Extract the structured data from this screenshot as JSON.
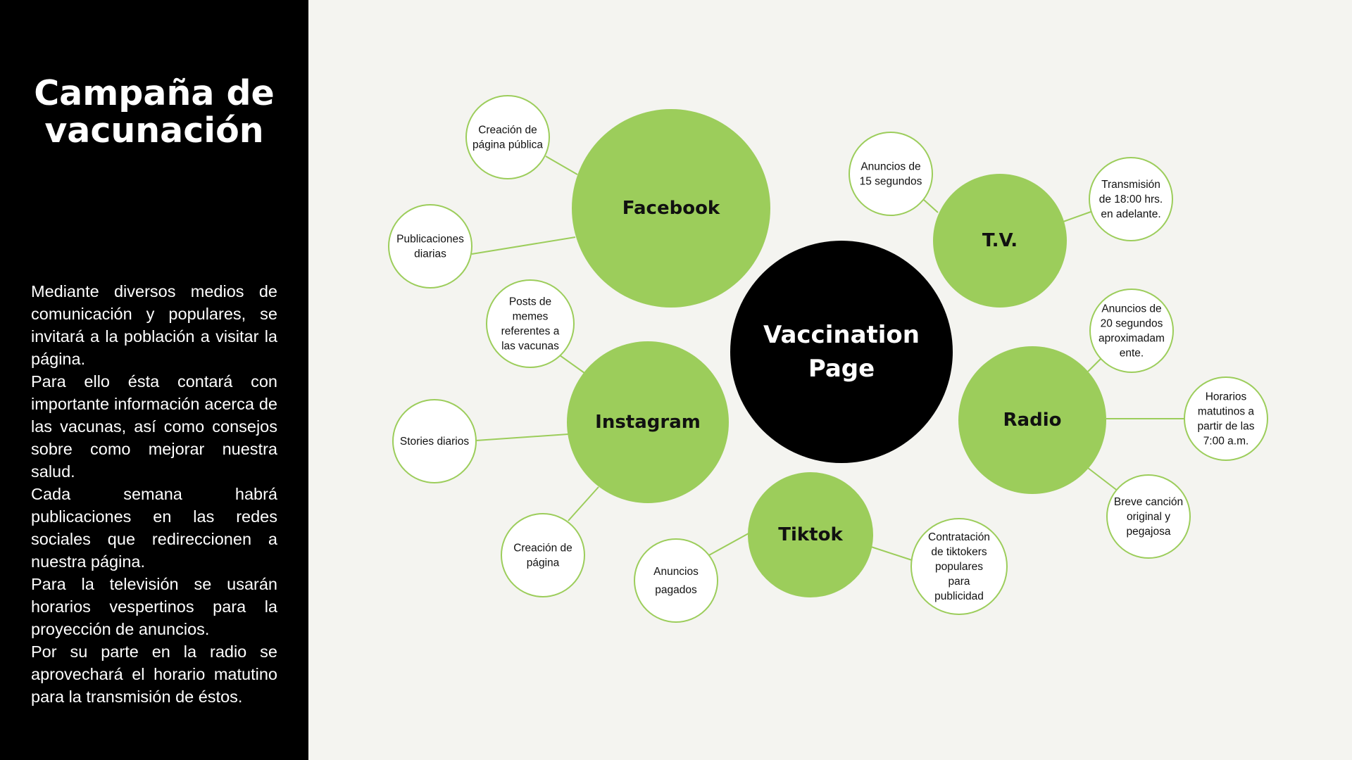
{
  "sidebar": {
    "title": "Campaña de vacunación",
    "paragraphs": [
      "Mediante diversos medios de comunicación y populares, se invitará a la población a visitar la página.",
      "Para ello ésta contará con importante información acerca de las vacunas, así como consejos sobre como mejorar nuestra salud.",
      "Cada semana habrá publicaciones en las redes sociales que redireccionen a nuestra página.",
      "Para la televisión se usarán horarios vespertinos para la proyección de anuncios.",
      "Por su parte en la radio se aprovechará el horario matutino para la transmisión de éstos."
    ]
  },
  "diagram": {
    "colors": {
      "accent": "#9ccd5b",
      "hub": "#000000",
      "background": "#f4f4f0"
    },
    "center": {
      "id": "vaccination-page",
      "label": [
        "Vaccination",
        "Page"
      ]
    },
    "branches": [
      {
        "id": "facebook",
        "label": [
          "Facebook"
        ],
        "children": [
          {
            "id": "creacion-pagina-publica",
            "label": [
              "Creación de",
              "página pública"
            ]
          },
          {
            "id": "publicaciones-diarias",
            "label": [
              "Publicaciones",
              "diarias"
            ]
          }
        ]
      },
      {
        "id": "instagram",
        "label": [
          "Instagram"
        ],
        "children": [
          {
            "id": "posts-memes",
            "label": [
              "Posts de",
              "memes",
              "referentes a",
              "las vacunas"
            ]
          },
          {
            "id": "stories-diarios",
            "label": [
              "Stories diarios"
            ]
          },
          {
            "id": "creacion-pagina",
            "label": [
              "Creación de",
              "página"
            ]
          }
        ]
      },
      {
        "id": "tiktok",
        "label": [
          "Tiktok"
        ],
        "children": [
          {
            "id": "anuncios-pagados",
            "label": [
              "Anuncios",
              "pagados"
            ]
          },
          {
            "id": "contratacion-tiktokers",
            "label": [
              "Contratación",
              "de tiktokers",
              "populares",
              "para",
              "publicidad"
            ]
          }
        ]
      },
      {
        "id": "tv",
        "label": [
          "T.V."
        ],
        "children": [
          {
            "id": "anuncios-15",
            "label": [
              "Anuncios de",
              "15 segundos"
            ]
          },
          {
            "id": "transmision-18",
            "label": [
              "Transmisión",
              "de 18:00 hrs.",
              "en adelante."
            ]
          }
        ]
      },
      {
        "id": "radio",
        "label": [
          "Radio"
        ],
        "children": [
          {
            "id": "anuncios-20",
            "label": [
              "Anuncios de",
              "20 segundos",
              "aproximadam",
              "ente."
            ]
          },
          {
            "id": "horarios-matutinos",
            "label": [
              "Horarios",
              "matutinos a",
              "partir de las",
              "7:00 a.m."
            ]
          },
          {
            "id": "breve-cancion",
            "label": [
              "Breve canción",
              "original y",
              "pegajosa"
            ]
          }
        ]
      }
    ]
  }
}
